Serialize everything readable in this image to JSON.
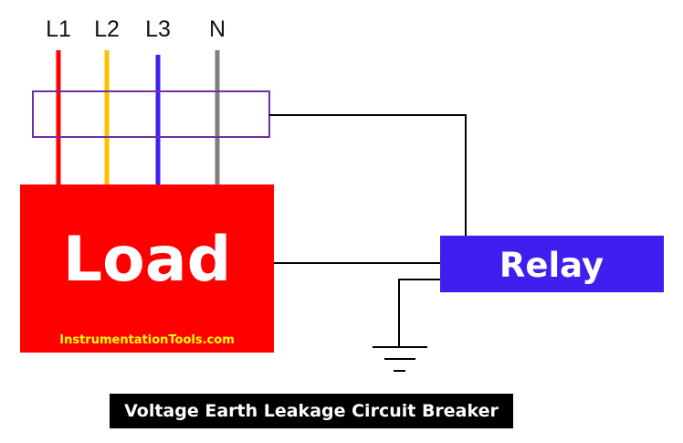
{
  "diagram": {
    "lines": [
      {
        "label": "L1",
        "color": "#ff0000"
      },
      {
        "label": "L2",
        "color": "#ffc000"
      },
      {
        "label": "L3",
        "color": "#3f1ef0"
      },
      {
        "label": "N",
        "color": "#808080"
      }
    ],
    "load": {
      "label": "Load",
      "color": "#ff0000"
    },
    "relay": {
      "label": "Relay",
      "color": "#3f1ef0"
    },
    "sensor_outline_color": "#7030a0",
    "wire_color": "#000000",
    "watermark": {
      "text": "InstrumentationTools.com",
      "color": "#ffff00"
    },
    "caption": "Voltage Earth Leakage Circuit Breaker"
  }
}
